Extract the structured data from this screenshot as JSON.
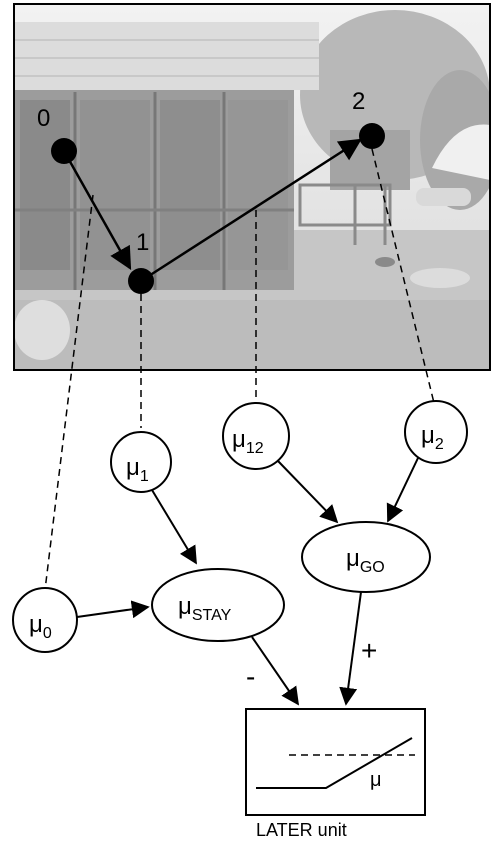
{
  "photo": {
    "points": [
      {
        "id": "p0",
        "label": "0"
      },
      {
        "id": "p1",
        "label": "1"
      },
      {
        "id": "p2",
        "label": "2"
      }
    ]
  },
  "nodes": {
    "mu0": {
      "base": "μ",
      "sub": "0"
    },
    "mu1": {
      "base": "μ",
      "sub": "1"
    },
    "mu12": {
      "base": "μ",
      "sub": "12"
    },
    "mu2": {
      "base": "μ",
      "sub": "2"
    },
    "muSTAY": {
      "base": "μ",
      "sub": "STAY"
    },
    "muGO": {
      "base": "μ",
      "sub": "GO"
    }
  },
  "signs": {
    "minus": "-",
    "plus": "+"
  },
  "later_unit": {
    "inner_label": "μ",
    "caption": "LATER unit"
  }
}
